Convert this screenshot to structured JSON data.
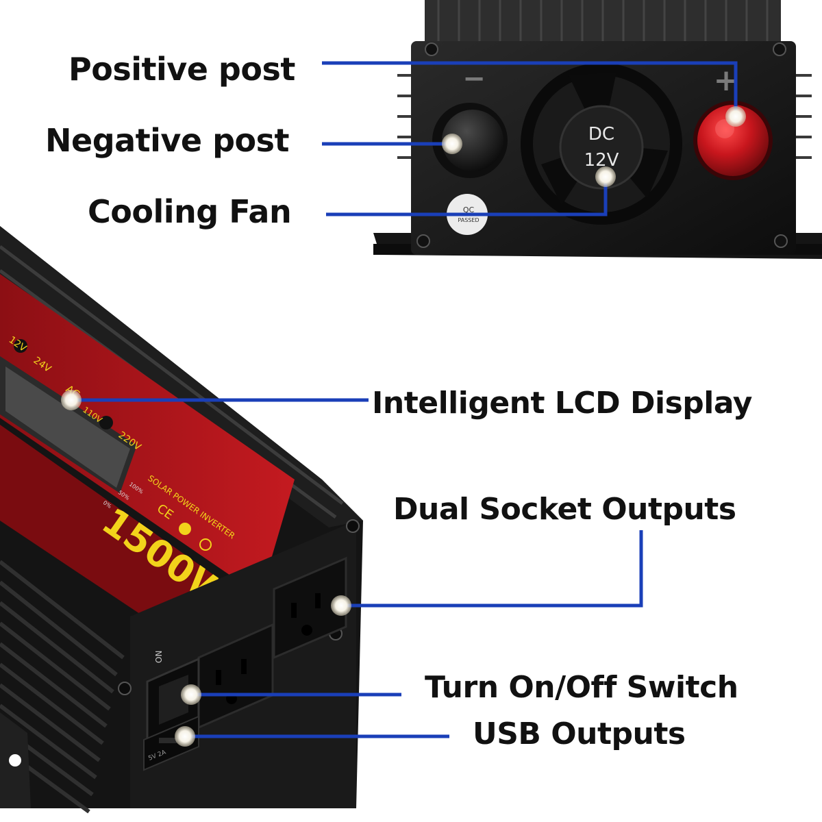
{
  "callouts": {
    "positive_post": "Positive post",
    "negative_post": "Negative post",
    "cooling_fan": "Cooling Fan",
    "lcd_display": "Intelligent LCD Display",
    "dual_socket": "Dual Socket Outputs",
    "power_switch": "Turn On/Off Switch",
    "usb_outputs": "USB Outputs"
  },
  "product_markings": {
    "dc_label": "DC",
    "voltage_label": "12V",
    "minus_sign": "−",
    "plus_sign": "+",
    "qc_sticker": "QC",
    "qc_sticker_sub": "PASSED",
    "wattage": "1500W",
    "product_name": "SOLAR POWER INVERTER",
    "panel_v1": "12V",
    "panel_v2": "24V",
    "panel_ac": "AC",
    "panel_110": "110V",
    "panel_220": "220V",
    "level_100": "100%",
    "level_50": "50%",
    "level_0": "0%",
    "cert_mark": "CE",
    "switch_on": "ON",
    "usb_label": "5V 2A"
  },
  "colors": {
    "leader_line": "#1a3fb8",
    "label_text": "#111111",
    "housing": "#1c1c1c",
    "terminal_red": "#c8161d",
    "panel_red": "#b3141a",
    "wattage_yellow": "#f2d31b"
  }
}
